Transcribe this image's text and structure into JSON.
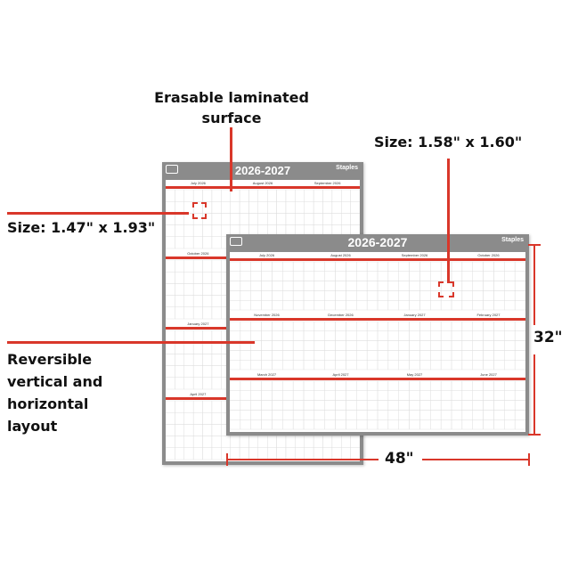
{
  "callouts": {
    "erasable": [
      "Erasable laminated",
      "surface"
    ],
    "size_vertical": "Size: 1.47\" x 1.93\"",
    "size_horizontal": "Size: 1.58\" x 1.60\"",
    "reversible": [
      "Reversible",
      "vertical and",
      "horizontal",
      "layout"
    ],
    "height": "32\"",
    "width": "48\""
  },
  "vertical_calendar": {
    "title": "2026-2027",
    "brand": "Staples",
    "month_rows": [
      [
        "July 2026",
        "August 2026",
        "September 2026"
      ],
      [
        "October 2026",
        "",
        ""
      ],
      [
        "January 2027",
        "",
        ""
      ],
      [
        "April 2027",
        "",
        ""
      ]
    ]
  },
  "horizontal_calendar": {
    "title": "2026-2027",
    "brand": "Staples",
    "month_rows": [
      [
        "July 2026",
        "August 2026",
        "September 2026",
        "October 2026"
      ],
      [
        "November 2026",
        "December 2026",
        "January 2027",
        "February 2027"
      ],
      [
        "March 2027",
        "April 2027",
        "May 2027",
        "June 2027"
      ]
    ]
  },
  "colors": {
    "accent": "#d9372a",
    "frame": "#8b8b8b",
    "weekday_bar": "#d9372a"
  }
}
